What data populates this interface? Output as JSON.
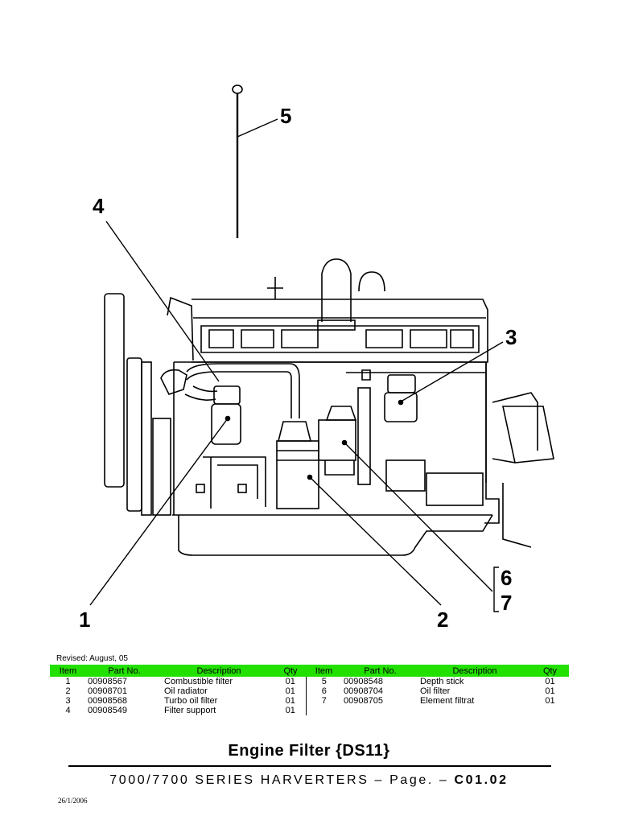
{
  "diagram": {
    "callouts": [
      "1",
      "2",
      "3",
      "4",
      "5",
      "6",
      "7"
    ]
  },
  "revised": "Revised: August, 05",
  "table": {
    "headers": [
      "Item",
      "Part No.",
      "Description",
      "Qty"
    ],
    "left_rows": [
      {
        "item": "1",
        "part": "00908567",
        "desc": "Combustible filter",
        "qty": "01"
      },
      {
        "item": "2",
        "part": "00908701",
        "desc": "Oil radiator",
        "qty": "01"
      },
      {
        "item": "3",
        "part": "00908568",
        "desc": "Turbo oil filter",
        "qty": "01"
      },
      {
        "item": "4",
        "part": "00908549",
        "desc": "Filter support",
        "qty": "01"
      }
    ],
    "right_rows": [
      {
        "item": "5",
        "part": "00908548",
        "desc": "Depth stick",
        "qty": "01"
      },
      {
        "item": "6",
        "part": "00908704",
        "desc": "Oil filter",
        "qty": "01"
      },
      {
        "item": "7",
        "part": "00908705",
        "desc": "Element filtrat",
        "qty": "01"
      }
    ]
  },
  "title": "Engine Filter {DS11}",
  "subtitle": {
    "text": "7000/7700 SERIES HARVERTERS – Page. –",
    "page_code": "C01.02"
  },
  "date": "26/1/2006",
  "colors": {
    "header_bg": "#22e000",
    "line": "#000000"
  }
}
